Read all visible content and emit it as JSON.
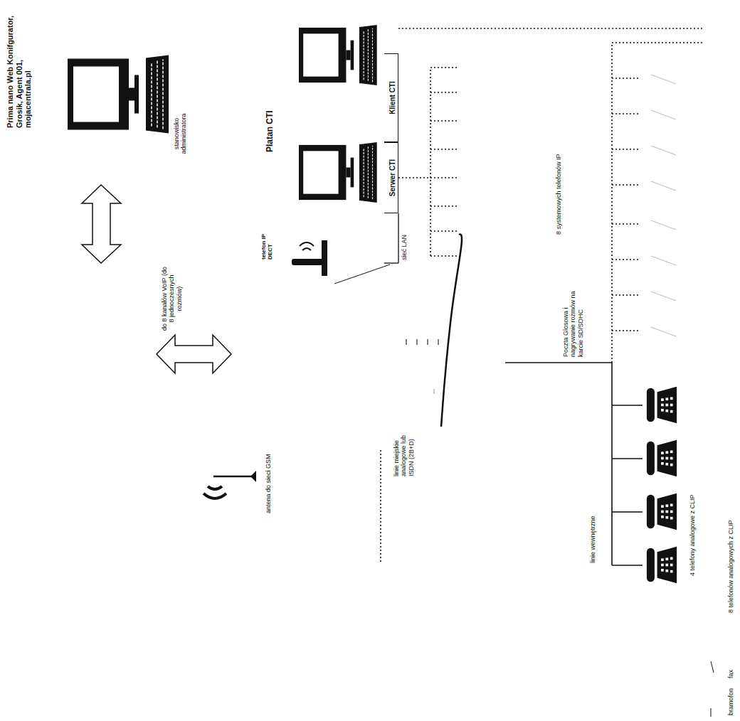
{
  "diagram": {
    "title": "Prima nano Web Konifgurator, Grosik, Agent 001, mojacentrala.pl",
    "nodes": [
      {
        "text": [
          "Klient CTI"
        ]
      },
      {
        "text": [
          "Serwer CTI"
        ]
      }
    ],
    "labels": [
      "stanowisko administratora",
      "Platan CTI",
      "telefon IP DECT",
      "sieć LAN",
      "do 8 kanałów VoIP (do 8 jednoczesnych rozmów)",
      "antena do sieci GSM",
      "linie miejskie analogowe lub ISDN (2B+D)",
      "8 systemowych telefonów IP",
      "Poczta Glosowa i nagrywanie rozmów na karcie SD/SDHC",
      "linie wewnętrzne",
      "4 telefony analogowe z CLIP",
      "8 telefonów analogowych z CLIP",
      "fax",
      "bramofon"
    ]
  }
}
